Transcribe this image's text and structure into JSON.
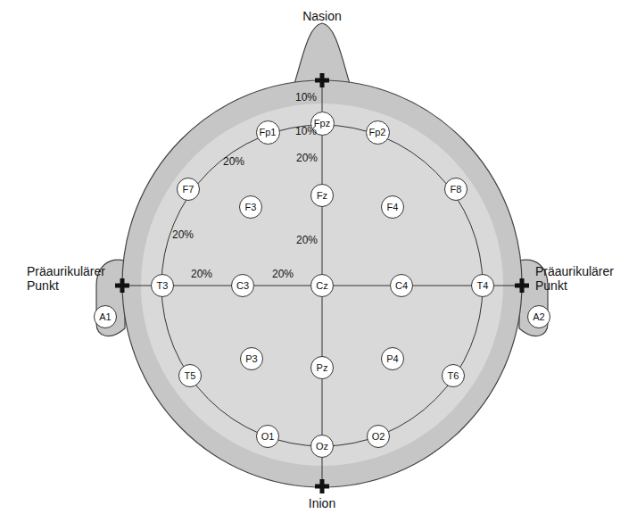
{
  "diagram": {
    "nodes": [
      {
        "text": [
          "Fp1"
        ]
      },
      {
        "text": [
          "Fpz"
        ]
      },
      {
        "text": [
          "Fp2"
        ]
      },
      {
        "text": [
          "F7"
        ]
      },
      {
        "text": [
          "F3"
        ]
      },
      {
        "text": [
          "Fz"
        ]
      },
      {
        "text": [
          "F4"
        ]
      },
      {
        "text": [
          "F8"
        ]
      },
      {
        "text": [
          "T3"
        ]
      },
      {
        "text": [
          "C3"
        ]
      },
      {
        "text": [
          "Cz"
        ]
      },
      {
        "text": [
          "C4"
        ]
      },
      {
        "text": [
          "T4"
        ]
      },
      {
        "text": [
          "A1"
        ]
      },
      {
        "text": [
          "A2"
        ]
      },
      {
        "text": [
          "T5"
        ]
      },
      {
        "text": [
          "P3"
        ]
      },
      {
        "text": [
          "Pz"
        ]
      },
      {
        "text": [
          "P4"
        ]
      },
      {
        "text": [
          "T6"
        ]
      },
      {
        "text": [
          "O1"
        ]
      },
      {
        "text": [
          "Oz"
        ]
      },
      {
        "text": [
          "O2"
        ]
      }
    ],
    "edges": [
      {
        "from": 1,
        "to": 5,
        "arrow": "none"
      },
      {
        "from": 5,
        "to": 10,
        "arrow": "none"
      },
      {
        "from": 10,
        "to": 17,
        "arrow": "none"
      },
      {
        "from": 17,
        "to": 21,
        "arrow": "none"
      },
      {
        "from": 8,
        "to": 9,
        "arrow": "none"
      },
      {
        "from": 9,
        "to": 10,
        "arrow": "none"
      },
      {
        "from": 10,
        "to": 11,
        "arrow": "none"
      },
      {
        "from": 11,
        "to": 12,
        "arrow": "none"
      }
    ],
    "labels": [
      "Nasion",
      "Inion",
      "Präaurikulärer Punkt",
      "Präaurikulärer Punkt",
      "10%",
      "10%",
      "20%",
      "20%",
      "20%",
      "20%",
      "20%",
      "20%"
    ]
  }
}
